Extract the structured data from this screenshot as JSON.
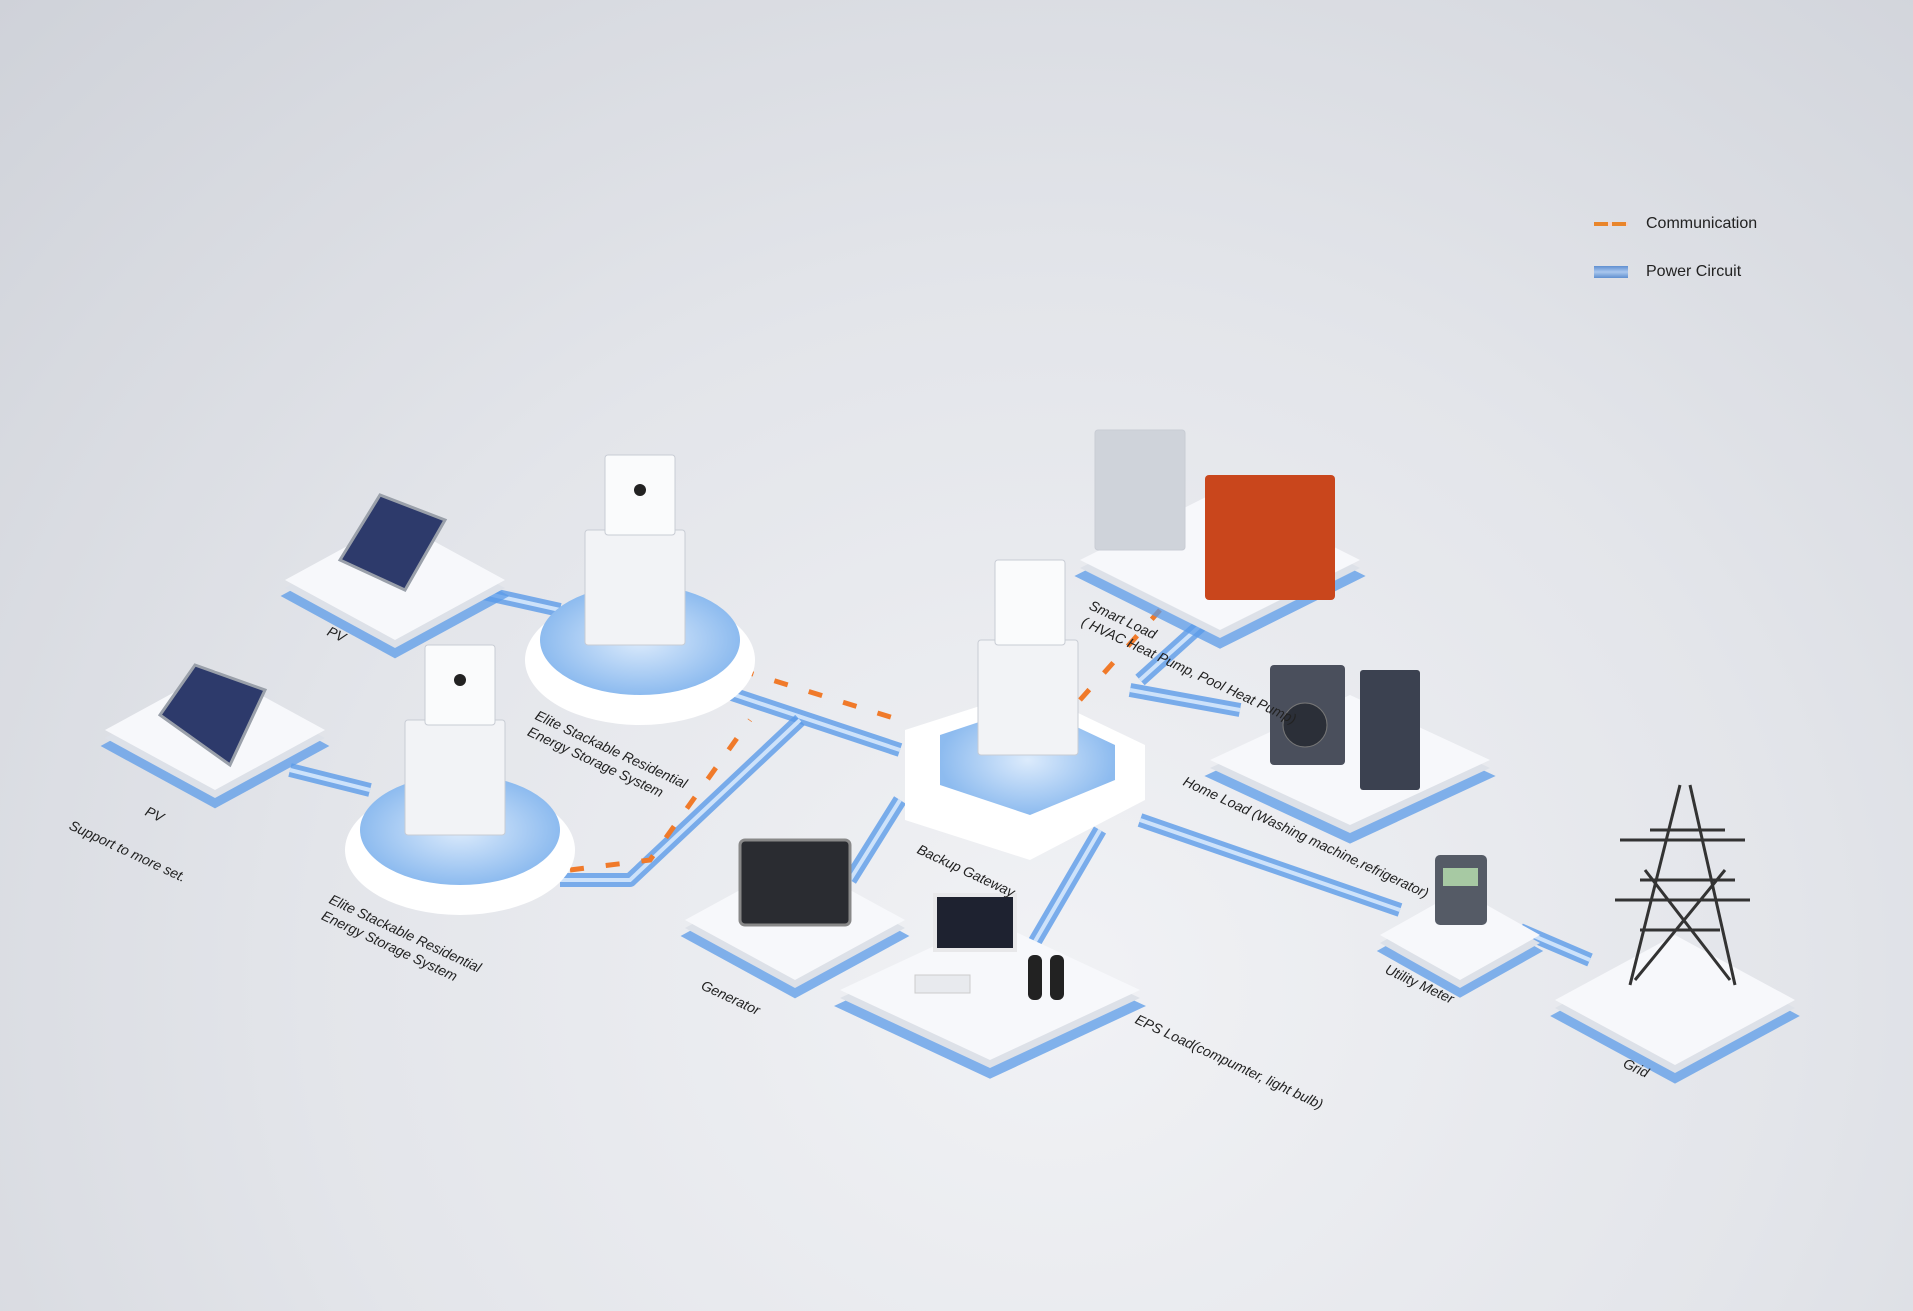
{
  "legend": {
    "communication": "Communication",
    "power_circuit": "Power Circuit"
  },
  "labels": {
    "pv_upper": "PV",
    "pv_lower": "PV",
    "support": "Support to more set.",
    "ess_upper_1": "Elite Stackable Residential",
    "ess_upper_2": "Energy Storage System",
    "ess_lower_1": "Elite Stackable Residential",
    "ess_lower_2": "Energy Storage System",
    "smart_load_1": "Smart Load",
    "smart_load_2": "( HVAC Heat Pump, Pool Heat Pump)",
    "backup_gateway": "Backup Gateway",
    "home_load": "Home Load (Washing machine,refrigerator)",
    "generator": "Generator",
    "eps_load": "EPS Load(compumter, light bulb)",
    "utility_meter": "Utility Meter",
    "grid": "Grid"
  },
  "colors": {
    "power": "#5b9be8",
    "comm": "#f07a2a",
    "platform": "#f7f8fb",
    "device": "#f2f3f6",
    "heatpump": "#c9461c",
    "dark": "#3b4150"
  }
}
